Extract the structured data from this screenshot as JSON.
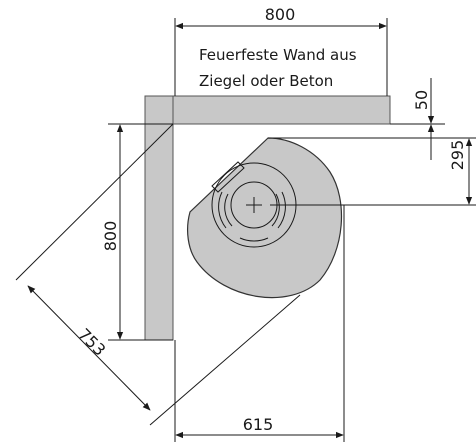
{
  "dimensions": {
    "wall_width": "800",
    "wall_height": "800",
    "wall_thickness": "50",
    "offset_back": "295",
    "diagonal": "753",
    "stove_width": "615"
  },
  "wall_label": {
    "line1": "Feuerfeste Wand aus",
    "line2": "Ziegel oder Beton"
  },
  "colors": {
    "wall_fill": "#c8c8c8",
    "stove_fill": "#c8c8c8",
    "line": "#1a1a1a"
  }
}
